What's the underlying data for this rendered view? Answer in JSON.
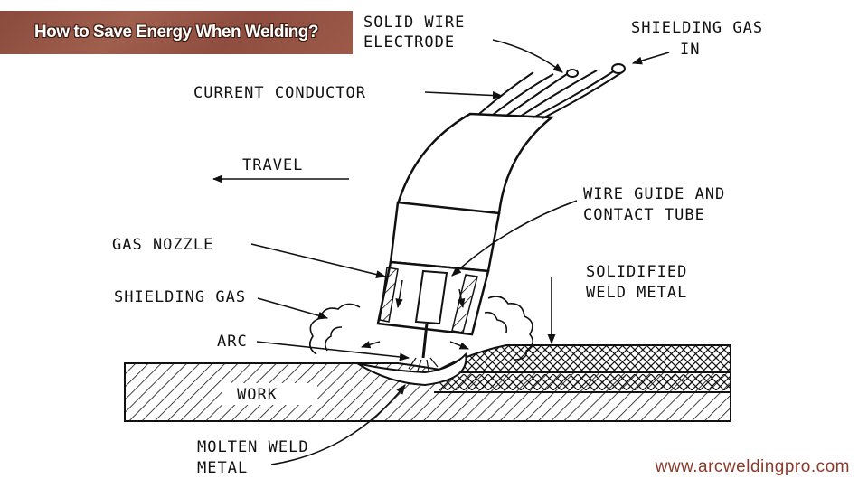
{
  "banner": {
    "title": "How to Save Energy When Welding?"
  },
  "labels": {
    "solid_wire_1": "SOLID WIRE",
    "solid_wire_2": "ELECTRODE",
    "shielding_gas_in_1": "SHIELDING GAS",
    "shielding_gas_in_2": "IN",
    "current_conductor": "CURRENT CONDUCTOR",
    "travel": "TRAVEL",
    "wire_guide_1": "WIRE GUIDE AND",
    "wire_guide_2": "CONTACT TUBE",
    "gas_nozzle": "GAS NOZZLE",
    "solidified_1": "SOLIDIFIED",
    "solidified_2": "WELD METAL",
    "shielding_gas": "SHIELDING GAS",
    "arc": "ARC",
    "work": "WORK",
    "molten_1": "MOLTEN WELD",
    "molten_2": "METAL"
  },
  "footer": {
    "website": "www.arcweldingpro.com"
  },
  "colors": {
    "banner_bg": "#9a5848",
    "website_text": "#8b3a2a",
    "line": "#111111"
  }
}
